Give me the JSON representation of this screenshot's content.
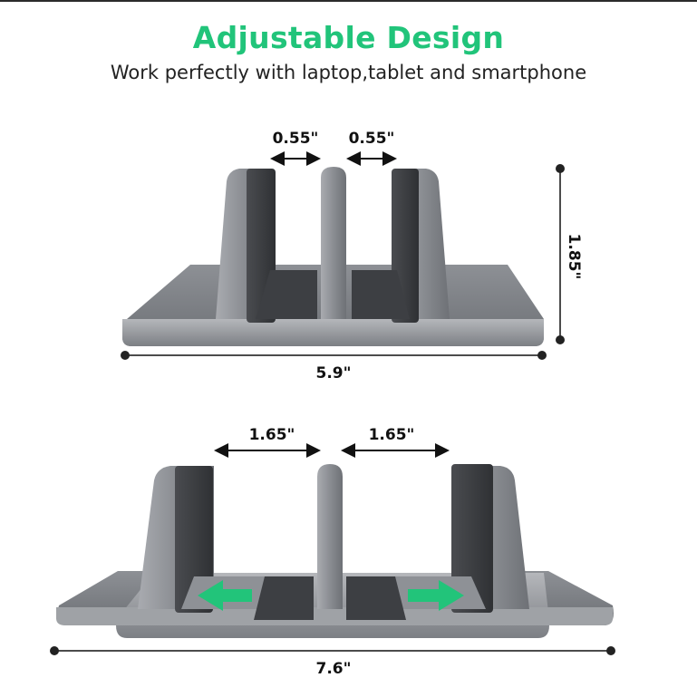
{
  "header": {
    "title": "Adjustable Design",
    "subtitle": "Work perfectly with laptop,tablet and smartphone",
    "title_color": "#21c47a"
  },
  "top_stand": {
    "gap_left": "0.55\"",
    "gap_right": "0.55\"",
    "height": "1.85\"",
    "width": "5.9\""
  },
  "bottom_stand": {
    "gap_left": "1.65\"",
    "gap_right": "1.65\"",
    "width": "7.6\"",
    "arrow_color": "#22c47a"
  },
  "colors": {
    "aluminum_light": "#9a9ca1",
    "aluminum_dark": "#5d6065",
    "pad_dark": "#3a3c40"
  }
}
